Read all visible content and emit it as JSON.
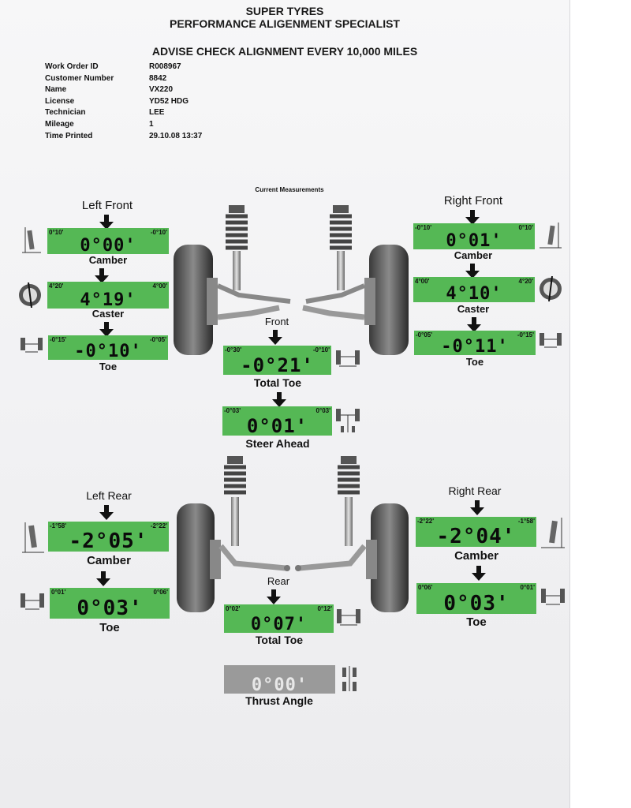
{
  "header": {
    "line1": "SUPER TYRES",
    "line2": "PERFORMANCE ALIGENMENT SPECIALIST",
    "advice": "ADVISE CHECK ALIGNMENT EVERY 10,000 MILES"
  },
  "info": [
    {
      "key": "Work Order ID",
      "value": "R008967"
    },
    {
      "key": "Customer Number",
      "value": "8842"
    },
    {
      "key": "Name",
      "value": "VX220"
    },
    {
      "key": "License",
      "value": "YD52 HDG"
    },
    {
      "key": "Technician",
      "value": "LEE"
    },
    {
      "key": "Mileage",
      "value": "1"
    },
    {
      "key": "Time Printed",
      "value": "29.10.08 13:37"
    }
  ],
  "current_label": "Current Measurements",
  "front": {
    "left_title": "Left Front",
    "right_title": "Right Front",
    "center_title": "Front",
    "lf_camber": {
      "min": "0°10'",
      "max": "-0°10'",
      "value": "0°00'",
      "label": "Camber"
    },
    "lf_caster": {
      "min": "4°20'",
      "max": "4°00'",
      "value": "4°19'",
      "label": "Caster"
    },
    "lf_toe": {
      "min": "-0°15'",
      "max": "-0°05'",
      "value": "-0°10'",
      "label": "Toe"
    },
    "rf_camber": {
      "min": "-0°10'",
      "max": "0°10'",
      "value": "0°01'",
      "label": "Camber"
    },
    "rf_caster": {
      "min": "4°00'",
      "max": "4°20'",
      "value": "4°10'",
      "label": "Caster"
    },
    "rf_toe": {
      "min": "-0°05'",
      "max": "-0°15'",
      "value": "-0°11'",
      "label": "Toe"
    },
    "total_toe": {
      "min": "-0°30'",
      "max": "-0°10'",
      "value": "-0°21'",
      "label": "Total Toe"
    },
    "steer_ahead": {
      "min": "-0°03'",
      "max": "0°03'",
      "value": "0°01'",
      "label": "Steer Ahead"
    }
  },
  "rear": {
    "left_title": "Left Rear",
    "right_title": "Right Rear",
    "center_title": "Rear",
    "lr_camber": {
      "min": "-1°58'",
      "max": "-2°22'",
      "value": "-2°05'",
      "label": "Camber"
    },
    "lr_toe": {
      "min": "0°01'",
      "max": "0°06'",
      "value": "0°03'",
      "label": "Toe"
    },
    "rr_camber": {
      "min": "-2°22'",
      "max": "-1°58'",
      "value": "-2°04'",
      "label": "Camber"
    },
    "rr_toe": {
      "min": "0°06'",
      "max": "0°01'",
      "value": "0°03'",
      "label": "Toe"
    },
    "total_toe": {
      "min": "0°02'",
      "max": "0°12'",
      "value": "0°07'",
      "label": "Total Toe"
    },
    "thrust_angle": {
      "value": "0°00'",
      "label": "Thrust Angle"
    }
  },
  "colors": {
    "in_range": "#55b855",
    "neutral": "#9a9a9a",
    "ink": "#111111"
  }
}
